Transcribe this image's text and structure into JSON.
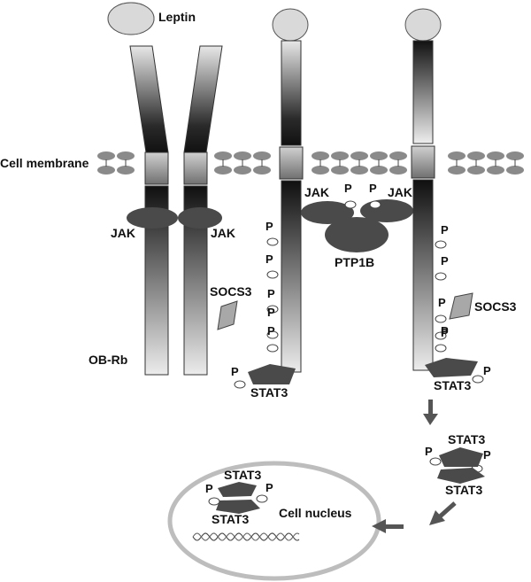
{
  "labels": {
    "leptin": "Leptin",
    "cell_membrane": "Cell membrane",
    "jak": "JAK",
    "ob_rb": "OB-Rb",
    "socs3": "SOCS3",
    "ptp1b": "PTP1B",
    "stat3": "STAT3",
    "p": "P",
    "cell_nucleus": "Cell nucleus"
  },
  "colors": {
    "leptin": "#d9d9d9",
    "dark_protein": "#4a4a4a",
    "membrane": "#8a8a8a",
    "socs3": "#a8a8a8",
    "nucleus_ring": "#bdbdbd",
    "arrow": "#555555"
  }
}
